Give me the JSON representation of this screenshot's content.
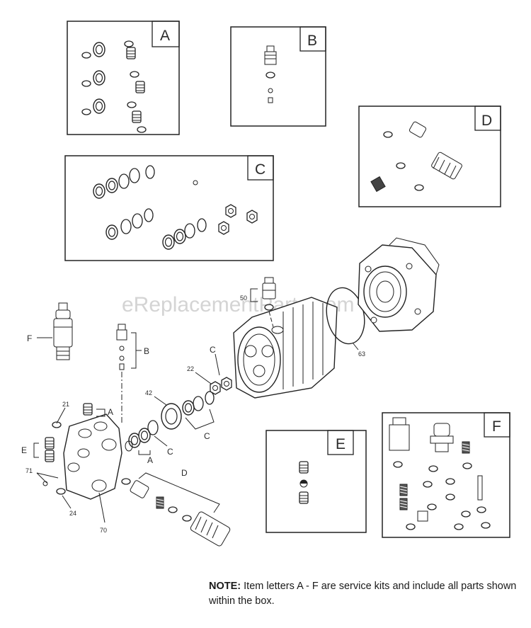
{
  "watermark": "eReplacementParts.com",
  "kits": {
    "a": "A",
    "b": "B",
    "c": "C",
    "d": "D",
    "e": "E",
    "f": "F"
  },
  "callouts": {
    "n50": "50",
    "n63": "63",
    "n22": "22",
    "n42": "42",
    "n21": "21",
    "n71": "71",
    "n24": "24",
    "n70": "70"
  },
  "note": {
    "label": "NOTE:",
    "text": "Item letters A - F are service kits and include all parts shown within the box."
  }
}
